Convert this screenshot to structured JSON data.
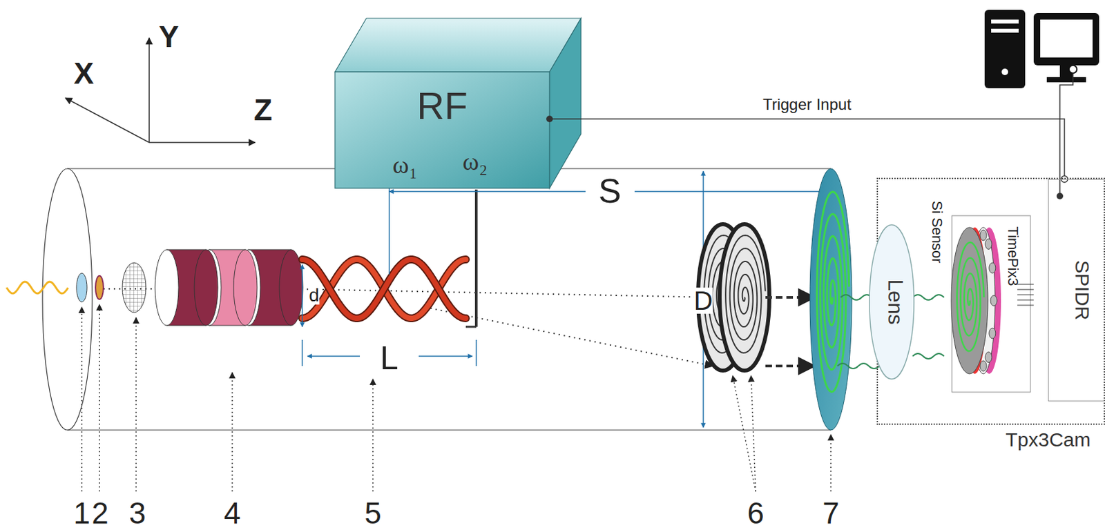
{
  "diagram": {
    "nodes": [
      {
        "text": [
          "RF",
          "ω₁",
          "ω₂"
        ]
      },
      {
        "text": [
          "Tpx3Cam"
        ]
      },
      {
        "text": [
          "Lens"
        ],
        "in": 1
      },
      {
        "text": [
          "SPIDR"
        ],
        "in": 1
      }
    ],
    "edges": [
      {
        "from": 0,
        "to": 3,
        "label": "Trigger Input",
        "arrow": "none"
      }
    ],
    "labels": [
      "X",
      "Y",
      "Z",
      "S",
      "d",
      "L",
      "D",
      "Si Sensor",
      "TimePix3",
      "1",
      "2",
      "3",
      "4",
      "5",
      "6",
      "7"
    ]
  }
}
